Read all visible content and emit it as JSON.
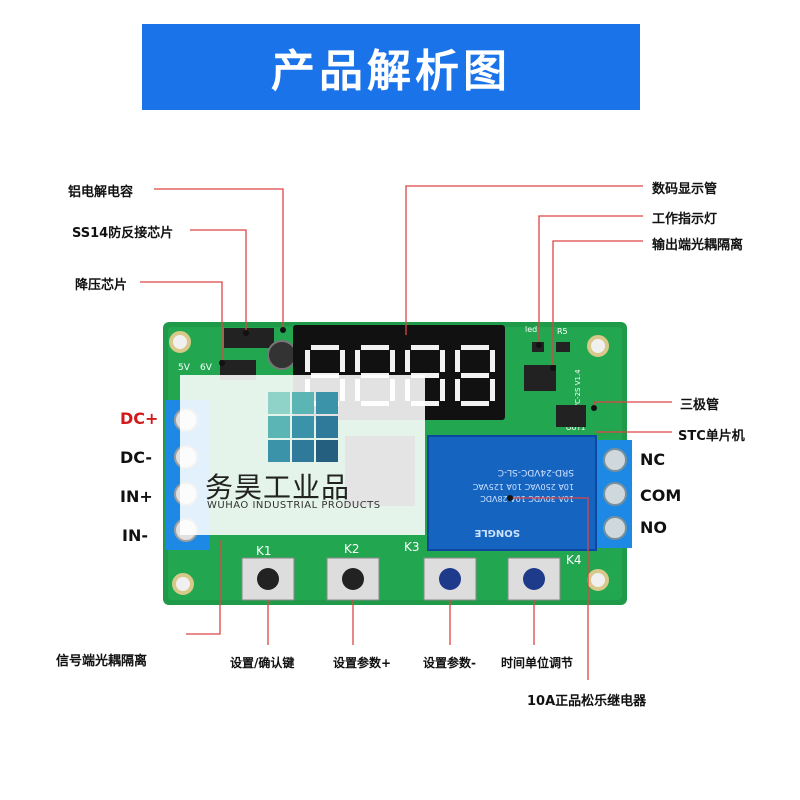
{
  "title": "产品解析图",
  "labels": {
    "capacitor": "铝电解电容",
    "ss14": "SS14防反接芯片",
    "buck": "降压芯片",
    "display": "数码显示管",
    "indicator": "工作指示灯",
    "output_opto": "输出端光耦隔离",
    "transistor": "三极管",
    "mcu": "STC单片机",
    "signal_opto": "信号端光耦隔离",
    "relay": "10A正品松乐继电器",
    "k1": "设置/确认键",
    "k2": "设置参数+",
    "k3": "设置参数-",
    "k4": "时间单位调节"
  },
  "terminals": {
    "dc_plus": "DC+",
    "dc_minus": "DC-",
    "in_plus": "IN+",
    "in_minus": "IN-",
    "nc": "NC",
    "com": "COM",
    "no": "NO"
  },
  "board": {
    "key1": "K1",
    "key2": "K2",
    "key3": "K3",
    "key4": "K4",
    "model": "YYC-2S V1.4",
    "v5": "5V",
    "v6": "6V",
    "led": "led",
    "r5": "R5",
    "out1": "OUT1"
  },
  "relay": {
    "model": "SRD-24VDC-SL-C",
    "rating1": "10A 250VAC  10A 125VAC",
    "rating2": "10A 30VDC  10A 28VDC",
    "brand": "SONGLE"
  },
  "watermark": {
    "cn": "务昊工业品",
    "en": "WUHAO INDUSTRIAL PRODUCTS"
  },
  "colors": {
    "banner": "#1a73e8",
    "pcb": "#1e9a48",
    "relay": "#1565c0",
    "terminal": "#1e88e5",
    "dc_plus": "#d11a1a"
  }
}
